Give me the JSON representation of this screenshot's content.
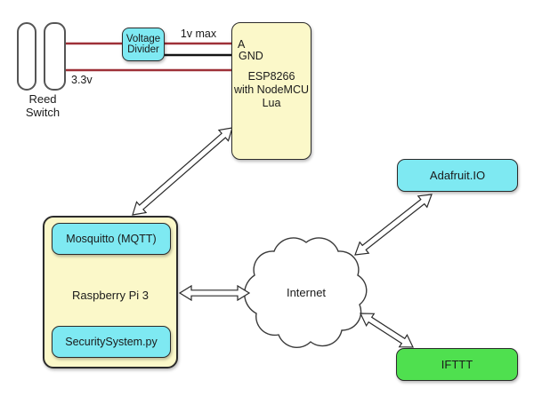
{
  "colors": {
    "box_yellow": "#FBF8C9",
    "box_cyan": "#7EE9F2",
    "box_green": "#4FE04F",
    "wire_red": "#9E3038",
    "wire_black": "#141414",
    "outline": "#2B2B2B"
  },
  "nodes": {
    "reed_switch": "Reed Switch",
    "voltage_divider": "Voltage Divider",
    "esp8266": "ESP8266\nwith NodeMCU\nLua",
    "esp_pin_a": "A",
    "esp_pin_gnd": "GND",
    "raspberry_pi": "Raspberry Pi 3",
    "mosquitto": "Mosquitto (MQTT)",
    "security_script": "SecuritySystem.py",
    "internet": "Internet",
    "adafruit": "Adafruit.IO",
    "ifttt": "IFTTT"
  },
  "wire_labels": {
    "analog": "1v max",
    "power": "3.3v"
  }
}
